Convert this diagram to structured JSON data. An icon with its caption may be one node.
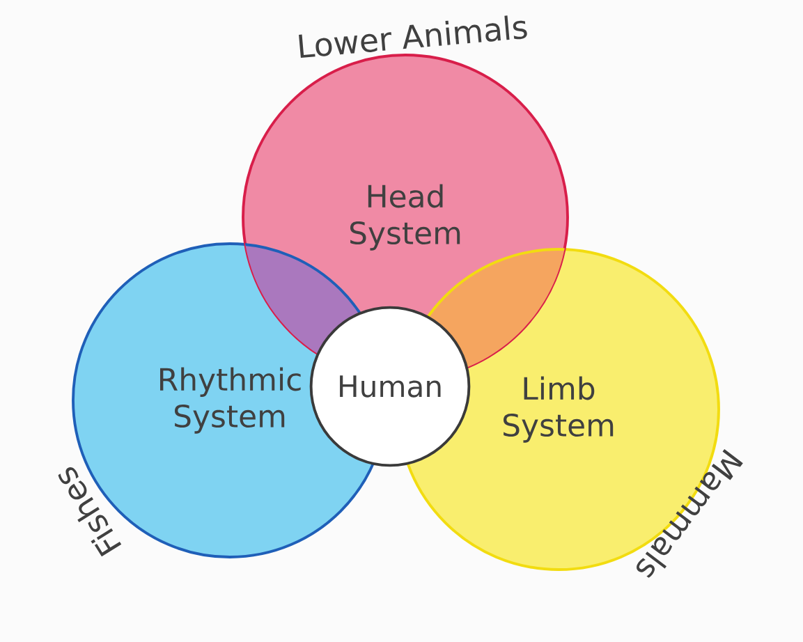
{
  "diagram": {
    "nodes": [
      {
        "text": [
          "Head System"
        ],
        "beside": [
          "Lower Animals"
        ]
      },
      {
        "text": [
          "Rhythmic System"
        ],
        "beside": [
          "Fishes"
        ]
      },
      {
        "text": [
          "Limb System"
        ],
        "beside": [
          "Mammals"
        ]
      },
      {
        "text": [
          "Human"
        ]
      }
    ]
  }
}
